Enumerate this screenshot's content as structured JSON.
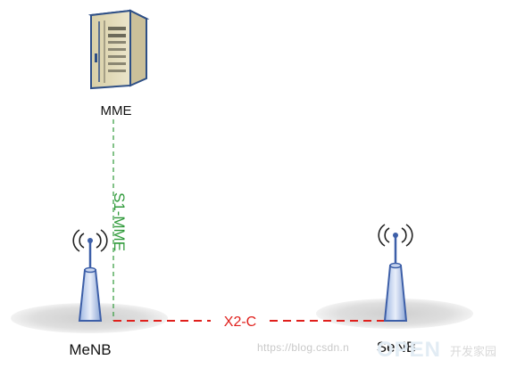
{
  "nodes": {
    "mme": "MME",
    "menb": "MeNB",
    "senb": "SeNB"
  },
  "links": {
    "s1": "S1-MME",
    "x2": "X2-C"
  },
  "watermark": {
    "url": "https://blog.csdn.n",
    "logo": "OPEN",
    "cn": "开发家园"
  },
  "colors": {
    "s1_link": "#2f9a3a",
    "x2_link": "#e0201c",
    "server_body": "#dcd3b0",
    "antenna": "#3d5fa8",
    "shadow": "#d9d9d9"
  }
}
